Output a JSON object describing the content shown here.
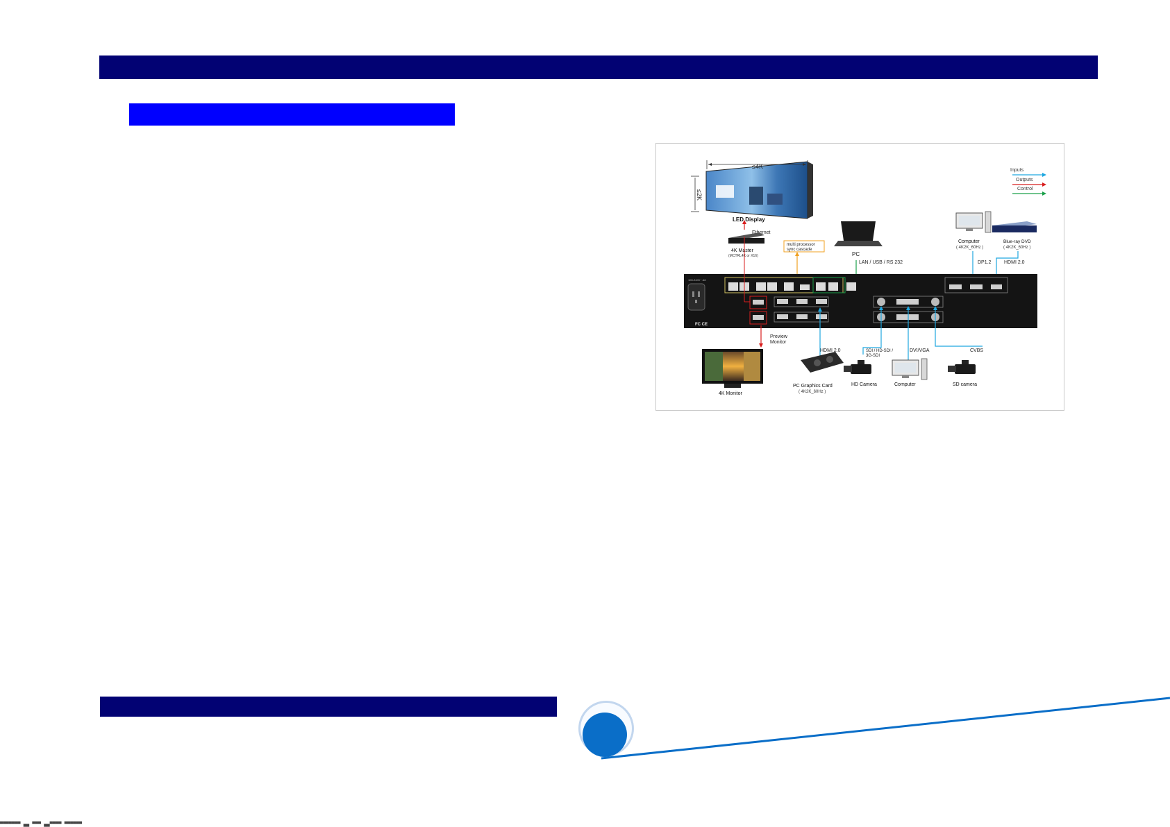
{
  "diagram": {
    "legend": {
      "inputs": "Inputs",
      "outputs": "Outputs",
      "control": "Control"
    },
    "dim_width": "≤4K",
    "dim_height": "≤2K",
    "led_display": "LED Display",
    "ethernet": "Ethernet",
    "master": "4K Master",
    "master_sub": "(MCTRL4K or X16)",
    "cascade_line1": "multi processor",
    "cascade_line2": "sync cascade",
    "pc": "PC",
    "lan": "LAN / USB / RS 232",
    "computer_top": "Computer",
    "computer_top_sub": "( 4K2K_60Hz )",
    "bluray": "Blue-ray DVD",
    "bluray_sub": "( 4K2K_60Hz )",
    "dp": "DP1.2",
    "hdmi_top": "HDMI 2.0",
    "power": "100-240V~ AC",
    "preview_line1": "Preview",
    "preview_line2": "Monitor",
    "hdmi_bottom": "HDMI 2.0",
    "sdi_line1": "SDI / HD-SDI /",
    "sdi_line2": "3G-SDI",
    "dvi": "DVI/VGA",
    "cvbs": "CVBS",
    "monitor": "4K Monitor",
    "gpu": "PC Graphics Card",
    "gpu_sub": "( 4K2K_60Hz )",
    "hd_camera": "HD Camera",
    "computer_bottom": "Computer",
    "sd_camera": "SD camera",
    "colors": {
      "inputs": "#1ea7e0",
      "outputs": "#d81e1e",
      "control": "#1aa04a",
      "cascade": "#f0a020"
    }
  },
  "footer": {
    "text": "▀▀▀▀▀▀▀ ▄▄ ▀▀▀ ▄▄▀▀▀▀ ▀▀▀▀▀▀"
  },
  "colors": {
    "band_dark": "#020273",
    "band_blue": "#0000ff",
    "accent_blue": "#0a6ec8"
  }
}
